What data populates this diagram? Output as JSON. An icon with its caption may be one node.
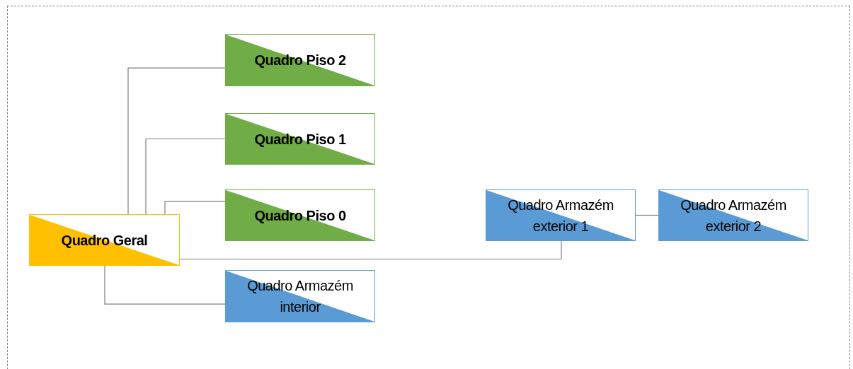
{
  "diagram": {
    "nodes": [
      {
        "text": [
          "Quadro Geral"
        ]
      },
      {
        "text": [
          "Quadro Piso 2"
        ]
      },
      {
        "text": [
          "Quadro Piso 1"
        ]
      },
      {
        "text": [
          "Quadro Piso 0"
        ]
      },
      {
        "text": [
          "Quadro Armazém interior"
        ]
      },
      {
        "text": [
          "Quadro Armazém exterior 1"
        ]
      },
      {
        "text": [
          "Quadro Armazém exterior 2"
        ]
      }
    ],
    "edges": [
      {
        "from": 0,
        "to": 1,
        "arrow": "none"
      },
      {
        "from": 0,
        "to": 2,
        "arrow": "none"
      },
      {
        "from": 0,
        "to": 3,
        "arrow": "none"
      },
      {
        "from": 0,
        "to": 4,
        "arrow": "none"
      },
      {
        "from": 0,
        "to": 5,
        "arrow": "none"
      },
      {
        "from": 5,
        "to": 6,
        "arrow": "none"
      }
    ]
  }
}
